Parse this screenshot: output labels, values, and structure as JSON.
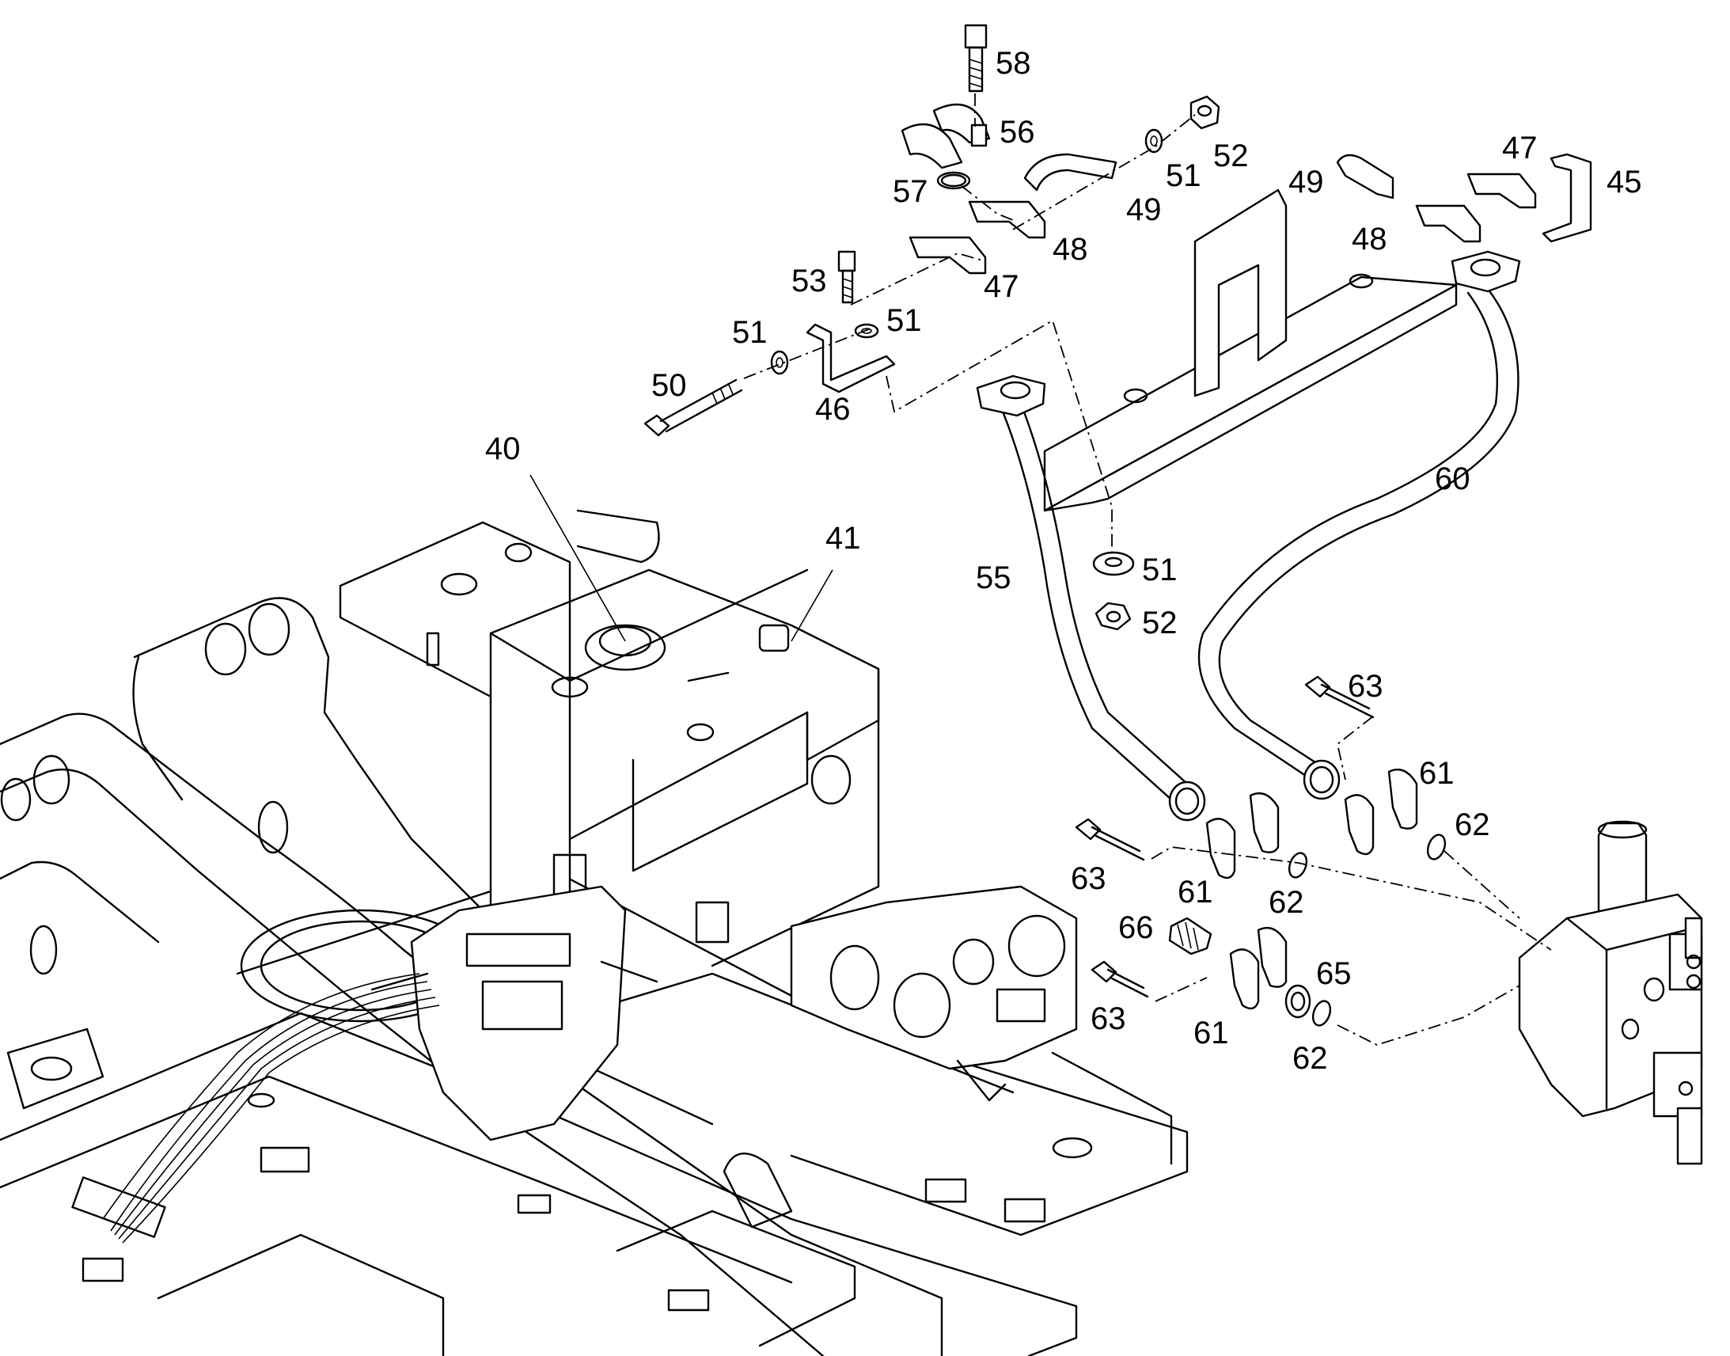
{
  "diagram": {
    "labels": [
      {
        "id": "lbl-58",
        "text": "58"
      },
      {
        "id": "lbl-56",
        "text": "56"
      },
      {
        "id": "lbl-52a",
        "text": "52"
      },
      {
        "id": "lbl-51a",
        "text": "51"
      },
      {
        "id": "lbl-57",
        "text": "57"
      },
      {
        "id": "lbl-49a",
        "text": "49"
      },
      {
        "id": "lbl-49b",
        "text": "49"
      },
      {
        "id": "lbl-47a",
        "text": "47"
      },
      {
        "id": "lbl-45",
        "text": "45"
      },
      {
        "id": "lbl-48a",
        "text": "48"
      },
      {
        "id": "lbl-48b",
        "text": "48"
      },
      {
        "id": "lbl-53",
        "text": "53"
      },
      {
        "id": "lbl-47b",
        "text": "47"
      },
      {
        "id": "lbl-51b",
        "text": "51"
      },
      {
        "id": "lbl-51c",
        "text": "51"
      },
      {
        "id": "lbl-50",
        "text": "50"
      },
      {
        "id": "lbl-46",
        "text": "46"
      },
      {
        "id": "lbl-60",
        "text": "60"
      },
      {
        "id": "lbl-40",
        "text": "40"
      },
      {
        "id": "lbl-41",
        "text": "41"
      },
      {
        "id": "lbl-55",
        "text": "55"
      },
      {
        "id": "lbl-51d",
        "text": "51"
      },
      {
        "id": "lbl-52b",
        "text": "52"
      },
      {
        "id": "lbl-63a",
        "text": "63"
      },
      {
        "id": "lbl-61a",
        "text": "61"
      },
      {
        "id": "lbl-62a",
        "text": "62"
      },
      {
        "id": "lbl-63b",
        "text": "63"
      },
      {
        "id": "lbl-61b",
        "text": "61"
      },
      {
        "id": "lbl-62b",
        "text": "62"
      },
      {
        "id": "lbl-66",
        "text": "66"
      },
      {
        "id": "lbl-65",
        "text": "65"
      },
      {
        "id": "lbl-63c",
        "text": "63"
      },
      {
        "id": "lbl-61c",
        "text": "61"
      },
      {
        "id": "lbl-62c",
        "text": "62"
      }
    ]
  }
}
